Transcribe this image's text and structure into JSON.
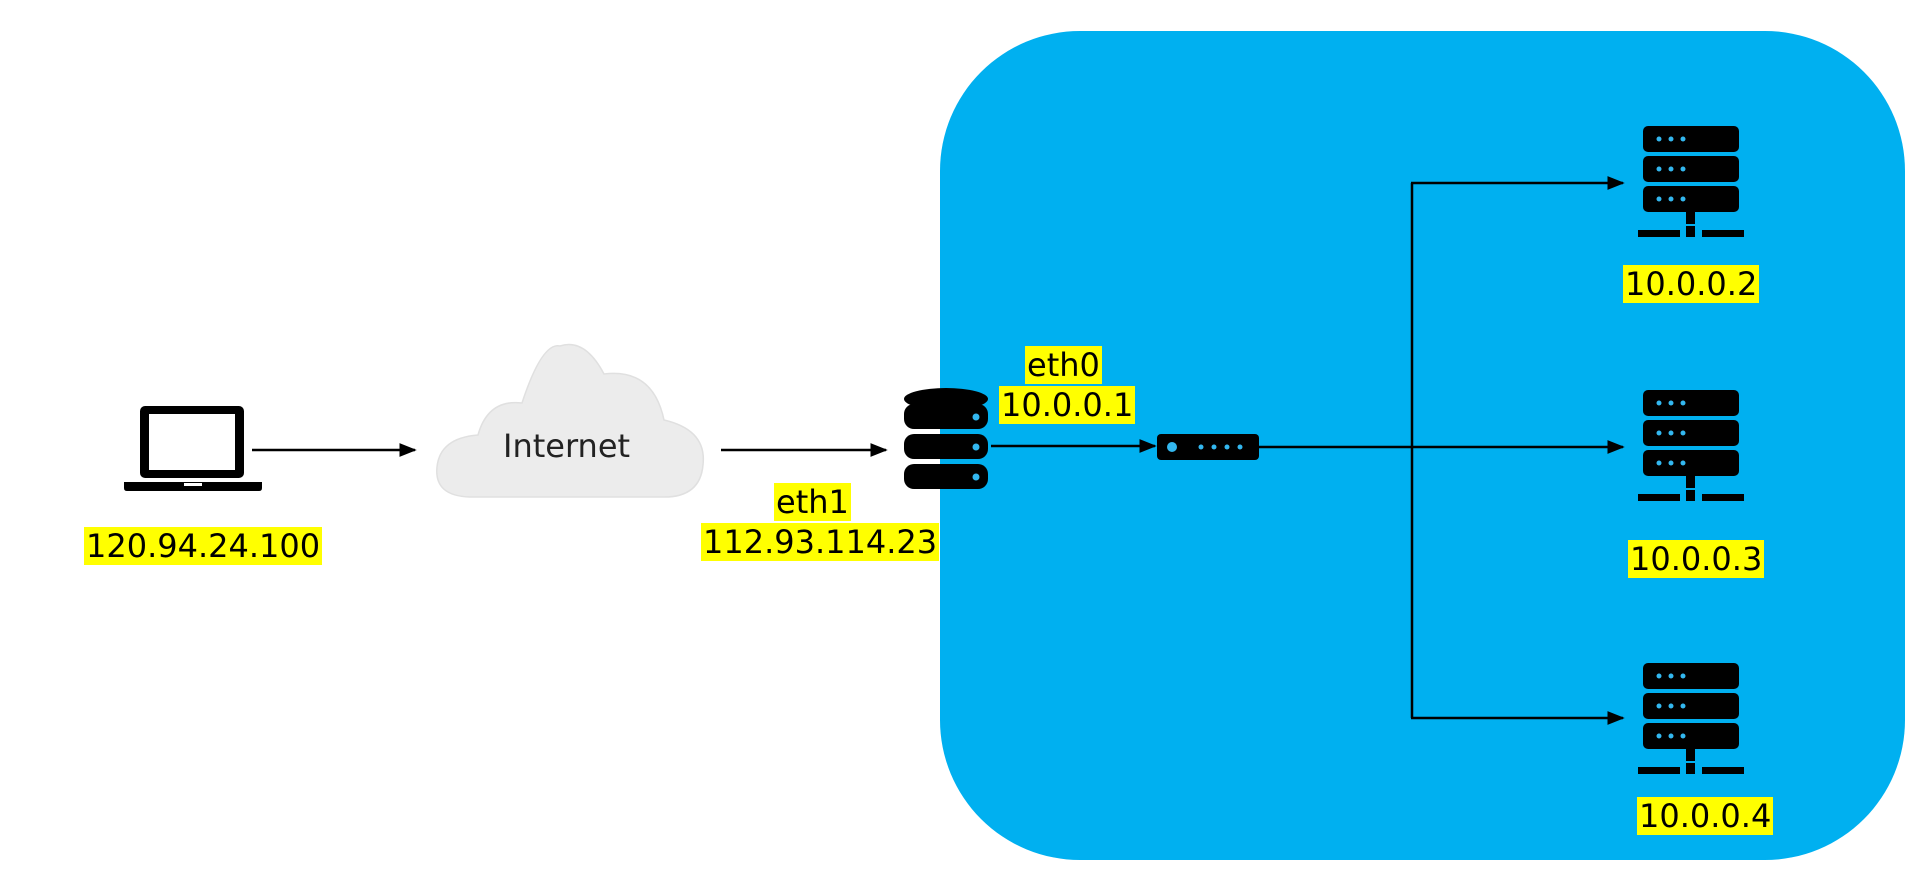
{
  "colors": {
    "zone": "#00b0f0",
    "label_bg": "#ffff00",
    "cloud": "#ececec",
    "icon": "#000000",
    "icon_dots": "#33b7ef"
  },
  "client": {
    "icon": "laptop-icon",
    "ip": "120.94.24.100"
  },
  "internet": {
    "icon": "cloud-icon",
    "label": "Internet"
  },
  "gateway": {
    "icon": "database-server-icon",
    "eth1": {
      "name": "eth1",
      "ip": "112.93.114.23"
    },
    "eth0": {
      "name": "eth0",
      "ip": "10.0.0.1"
    }
  },
  "switch": {
    "icon": "network-switch-icon"
  },
  "servers": [
    {
      "icon": "server-rack-icon",
      "ip": "10.0.0.2"
    },
    {
      "icon": "server-rack-icon",
      "ip": "10.0.0.3"
    },
    {
      "icon": "server-rack-icon",
      "ip": "10.0.0.4"
    }
  ]
}
